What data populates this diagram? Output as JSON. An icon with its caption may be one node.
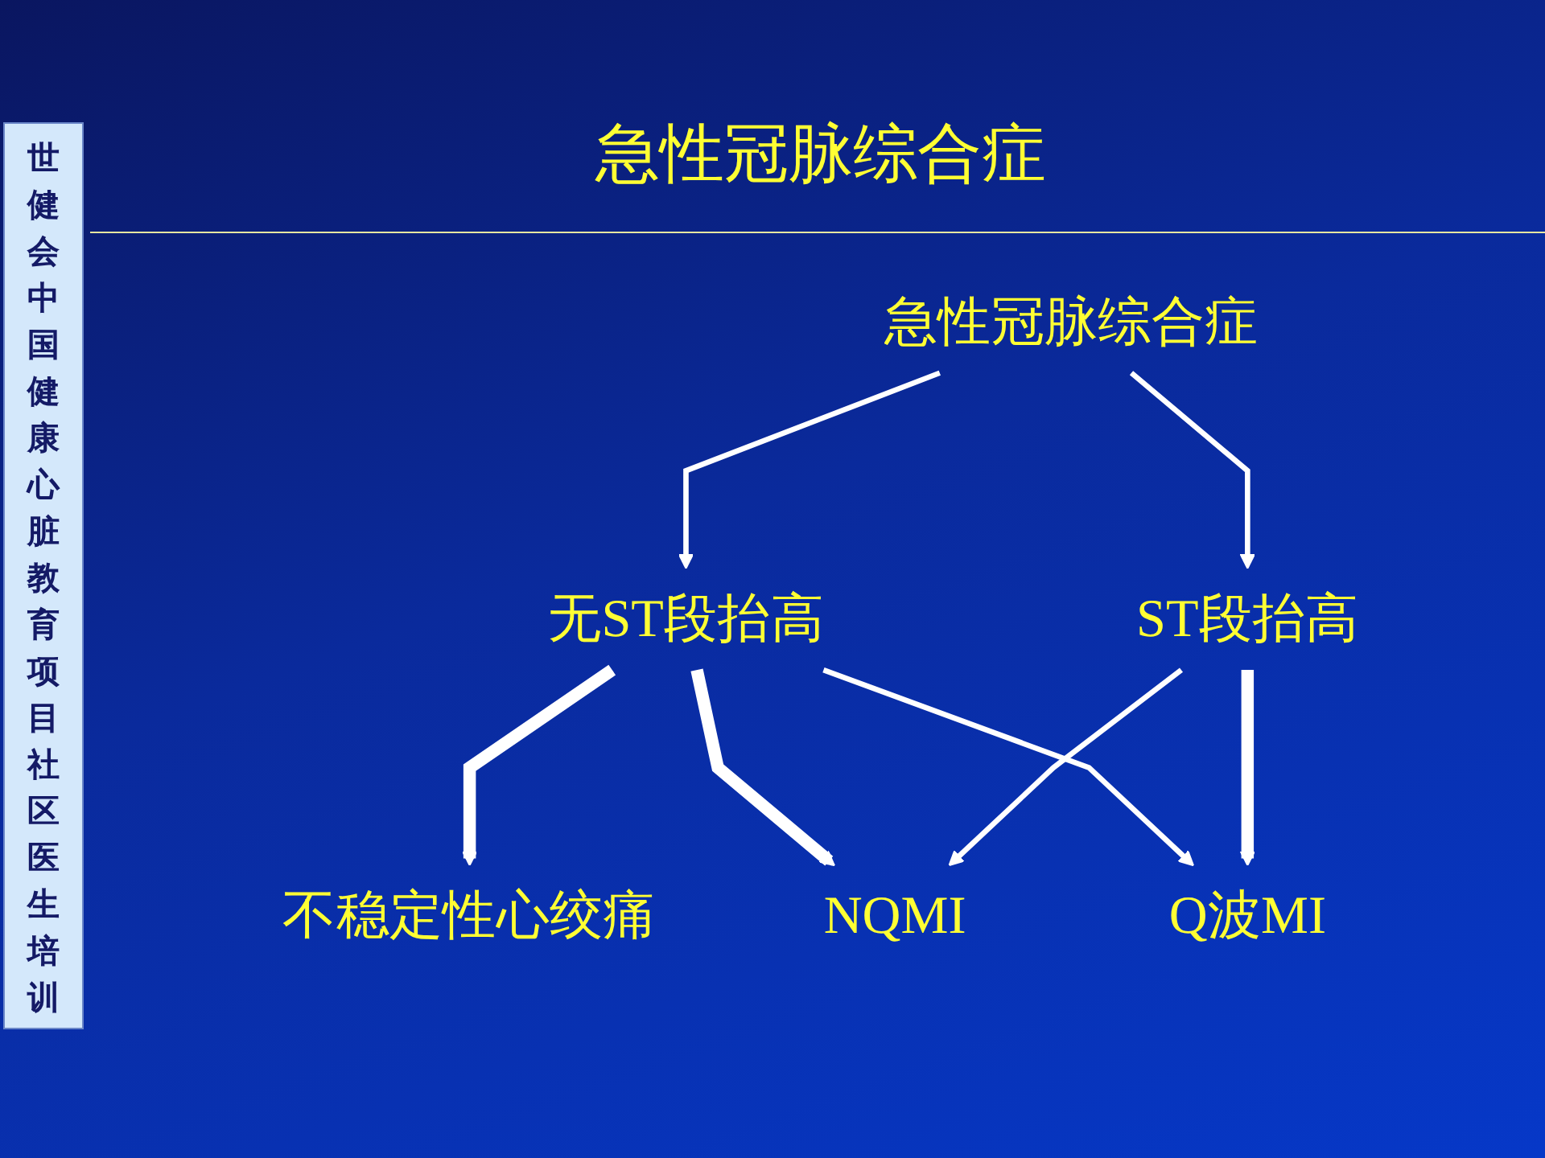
{
  "diagram": {
    "title": "急性冠脉综合症",
    "nodes": [
      {
        "text": [
          "急性冠脉综合症"
        ]
      },
      {
        "text": [
          "无ST段抬高"
        ]
      },
      {
        "text": [
          "ST段抬高"
        ]
      },
      {
        "text": [
          "不稳定性心绞痛"
        ]
      },
      {
        "text": [
          "NQMI"
        ]
      },
      {
        "text": [
          "Q波MI"
        ]
      }
    ],
    "edges": [
      {
        "from": 0,
        "to": 1,
        "arrow": "to"
      },
      {
        "from": 0,
        "to": 2,
        "arrow": "to"
      },
      {
        "from": 1,
        "to": 3,
        "arrow": "to",
        "style": "thick"
      },
      {
        "from": 1,
        "to": 4,
        "arrow": "to",
        "style": "thick"
      },
      {
        "from": 1,
        "to": 5,
        "arrow": "to"
      },
      {
        "from": 2,
        "to": 4,
        "arrow": "to"
      },
      {
        "from": 2,
        "to": 5,
        "arrow": "to",
        "style": "thick"
      }
    ],
    "labels": [
      "世健会中国健康心脏教育项目社区医生培训"
    ]
  }
}
